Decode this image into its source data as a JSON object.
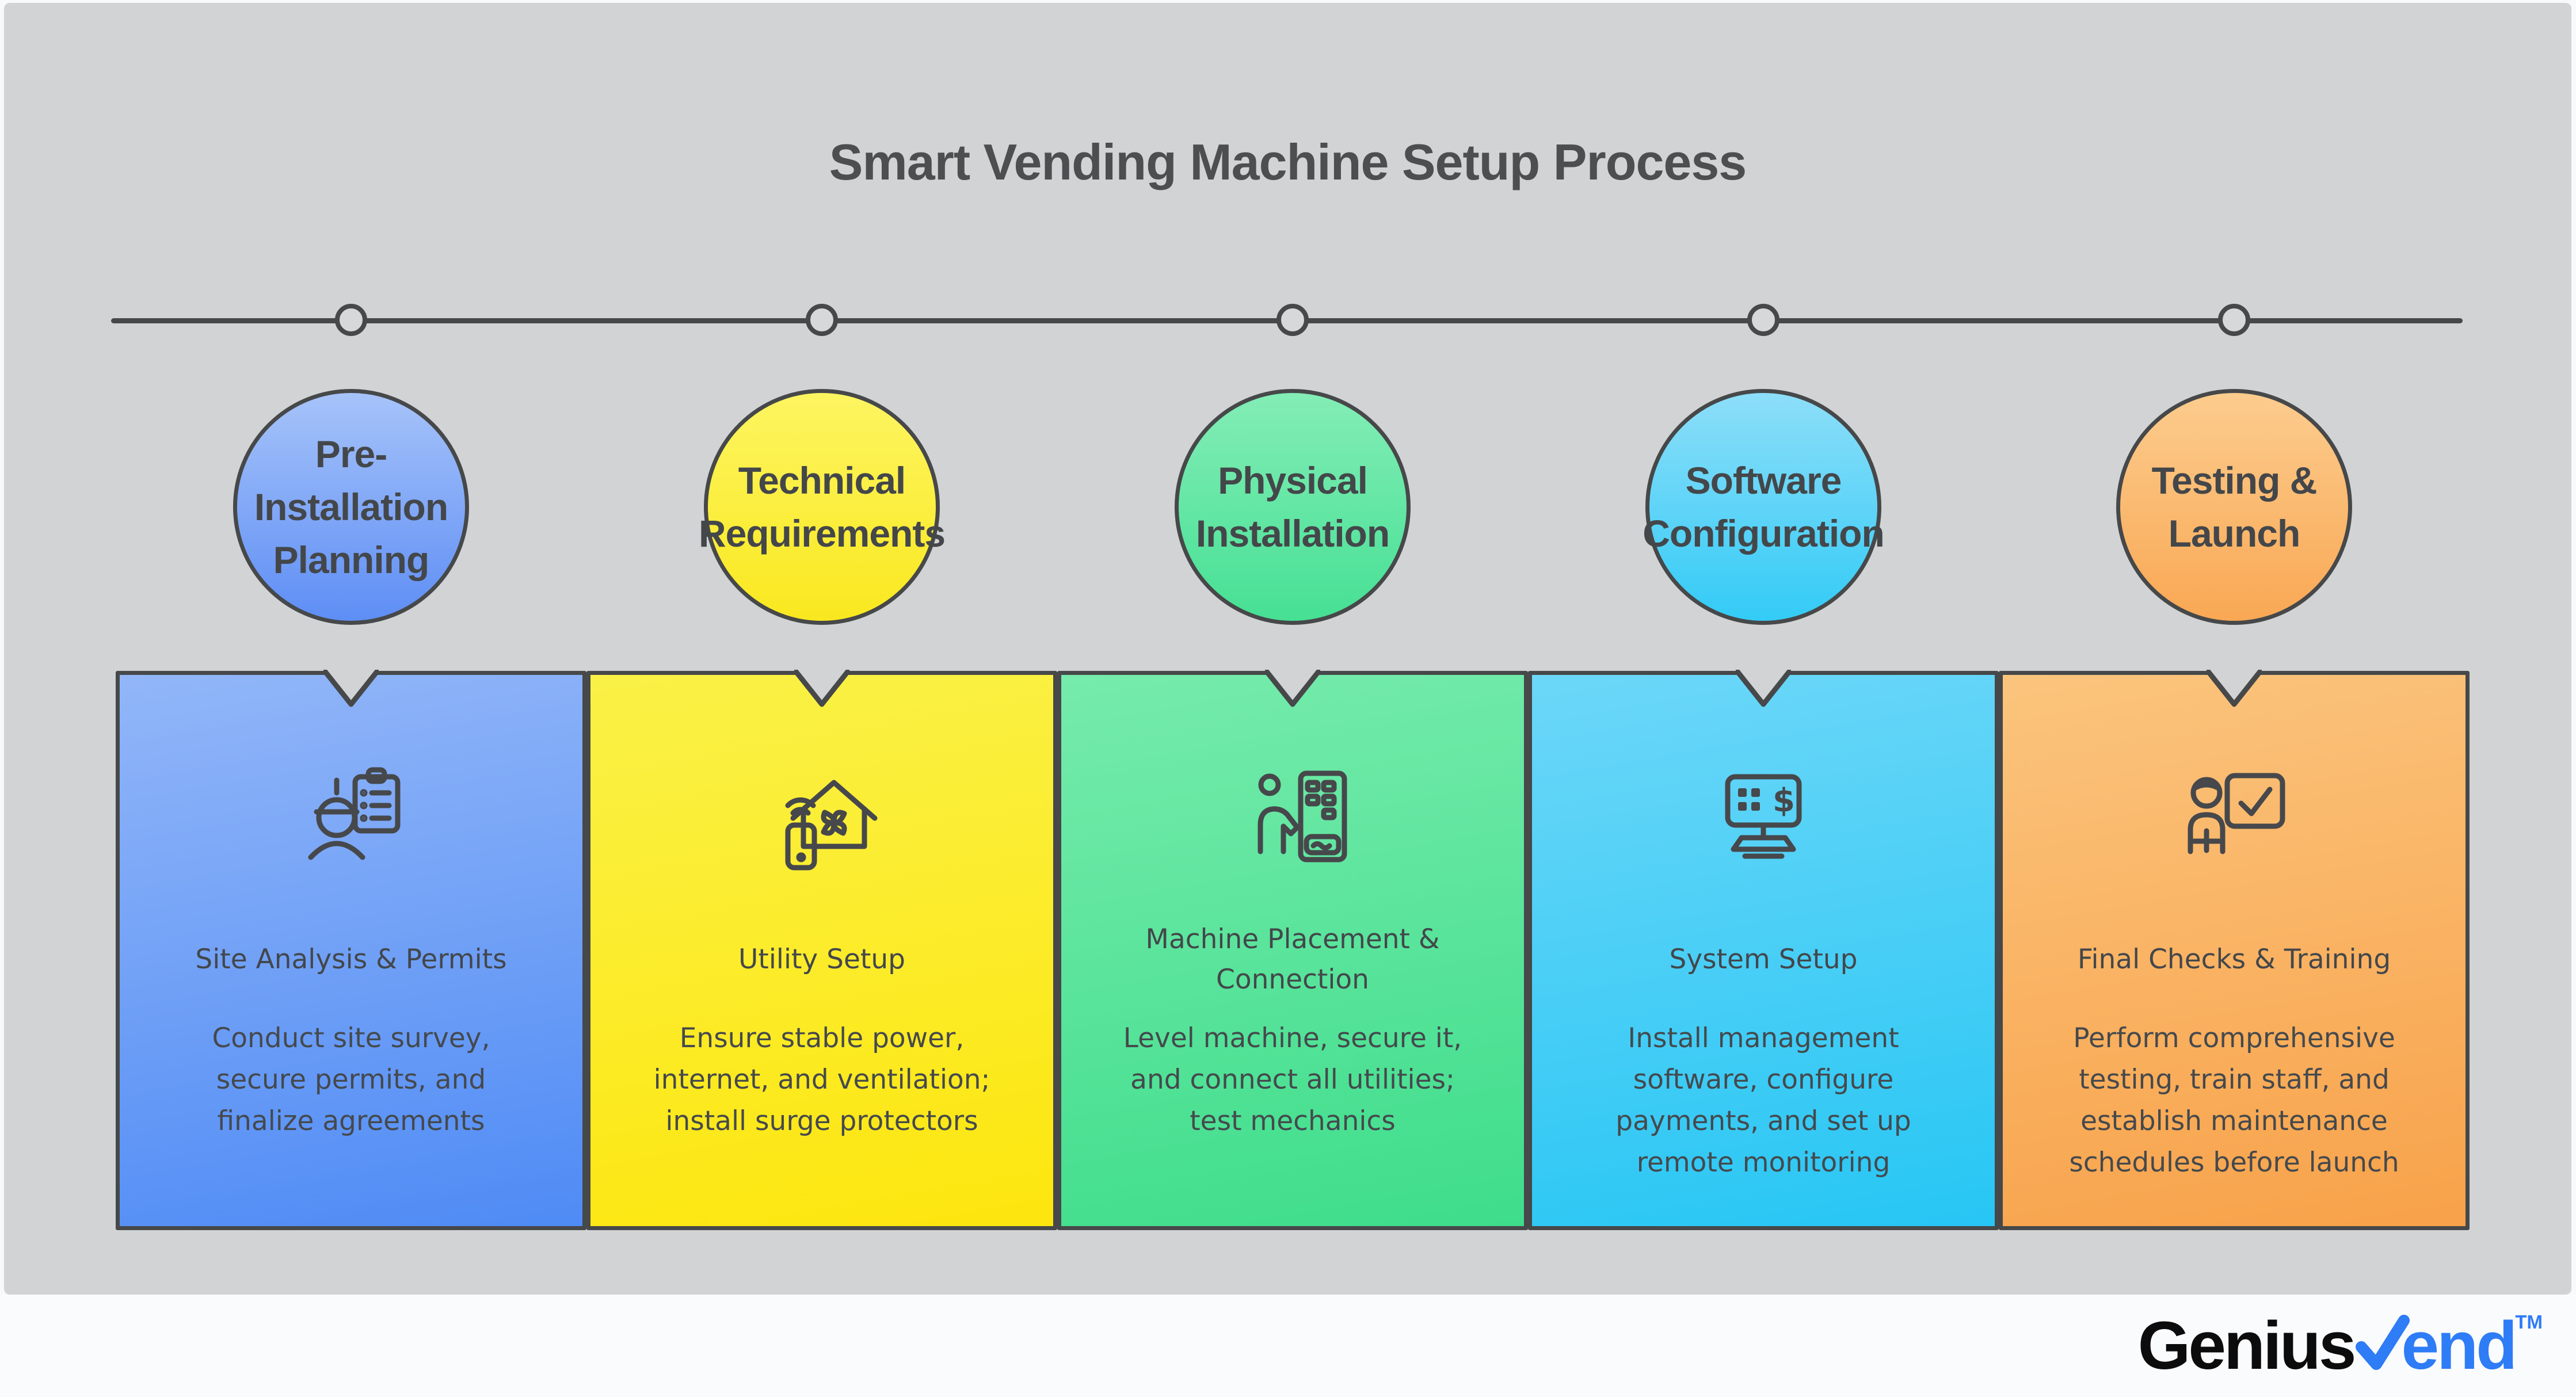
{
  "title": "Smart Vending Machine Setup Process",
  "canvas": {
    "background": "#d2d3d4",
    "stroke": "#464849"
  },
  "stages": [
    {
      "name": "pre-installation-planning",
      "circle_lines": [
        "Pre-",
        "Installation",
        "Planning"
      ],
      "icon": "worker-clipboard-icon",
      "card_title_lines": [
        "Site Analysis & Permits"
      ],
      "body_lines": [
        "Conduct site survey,",
        "secure permits, and",
        "finalize agreements"
      ],
      "colors": {
        "circle_top": "#a6c3f9",
        "circle_bottom": "#5e8ef5",
        "card_top": "#92b6f8",
        "card_bottom": "#4f8bf5"
      }
    },
    {
      "name": "technical-requirements",
      "circle_lines": [
        "Technical",
        "Requirements"
      ],
      "icon": "house-ventilation-phone-icon",
      "card_title_lines": [
        "Utility Setup"
      ],
      "body_lines": [
        "Ensure stable power,",
        "internet, and ventilation;",
        "install surge protectors"
      ],
      "colors": {
        "circle_top": "#fdf561",
        "circle_bottom": "#f9e81f",
        "card_top": "#faf147",
        "card_bottom": "#fde60e"
      }
    },
    {
      "name": "physical-installation",
      "circle_lines": [
        "Physical",
        "Installation"
      ],
      "icon": "person-vending-machine-icon",
      "card_title_lines": [
        "Machine Placement &",
        "Connection"
      ],
      "body_lines": [
        "Level machine, secure it,",
        "and connect all utilities;",
        "test mechanics"
      ],
      "colors": {
        "circle_top": "#83edb6",
        "circle_bottom": "#46e094",
        "card_top": "#76ebac",
        "card_bottom": "#3edd8b"
      }
    },
    {
      "name": "software-configuration",
      "circle_lines": [
        "Software",
        "Configuration"
      ],
      "icon": "payment-terminal-icon",
      "card_title_lines": [
        "System Setup"
      ],
      "body_lines": [
        "Install management",
        "software, configure",
        "payments, and set up",
        "remote monitoring"
      ],
      "colors": {
        "circle_top": "#8ddef9",
        "circle_bottom": "#33cbf6",
        "card_top": "#6cd7f8",
        "card_bottom": "#27c6f4"
      }
    },
    {
      "name": "testing-launch",
      "circle_lines": [
        "Testing &",
        "Launch"
      ],
      "icon": "trainer-checkboard-icon",
      "card_title_lines": [
        "Final Checks & Training"
      ],
      "body_lines": [
        "Perform comprehensive",
        "testing, train staff, and",
        "establish maintenance",
        "schedules before launch"
      ],
      "colors": {
        "circle_top": "#fccc8e",
        "circle_bottom": "#f9a854",
        "card_top": "#fbc47d",
        "card_bottom": "#f8a24a"
      }
    }
  ],
  "footer": {
    "brand_black": "Genius",
    "brand_blue": "end",
    "brand_tm": "TM",
    "brand_blue_color": "#2e7cf6",
    "check_icon": "check-v-icon"
  }
}
